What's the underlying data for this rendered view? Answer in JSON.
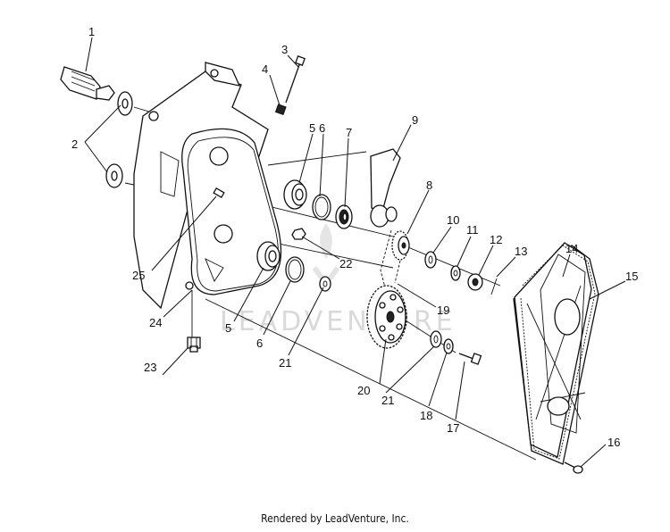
{
  "diagram": {
    "callouts": [
      "1",
      "2",
      "3",
      "4",
      "5",
      "6",
      "7",
      "8",
      "9",
      "10",
      "11",
      "12",
      "13",
      "14",
      "15",
      "16",
      "17",
      "18",
      "19",
      "20",
      "21",
      "22",
      "23",
      "24",
      "25"
    ],
    "watermark": "LEADVENTURE"
  },
  "footer": {
    "text": "Rendered by LeadVenture, Inc."
  }
}
